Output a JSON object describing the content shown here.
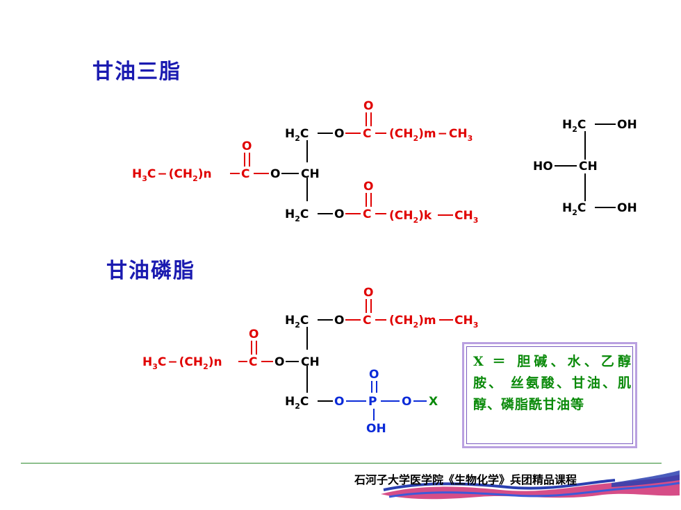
{
  "sections": {
    "triglyceride_heading": "甘油三脂",
    "phospholipid_heading": "甘油磷脂"
  },
  "labels": {
    "O": "O",
    "C": "C",
    "CH": "CH",
    "H2C_H": "H",
    "sub2": "2",
    "sub3": "3",
    "open_paren_CH": "(CH",
    "m_CH": ")m",
    "k_CH": ")k",
    "n": ")n",
    "CH3_C": "CH",
    "H3C_H": "H",
    "H3C_C": "C",
    "OH": "OH",
    "HO": "HO",
    "P": "P",
    "X": "X",
    "dash": "−"
  },
  "x_box": {
    "text": "X ＝ 胆碱、水、乙醇胺、 丝氨酸、甘油、肌醇、磷脂酰甘油等"
  },
  "footer": {
    "text": "石河子大学医学院《生物化学》兵团精品课程"
  },
  "colors": {
    "heading": "#1a1ab0",
    "red_group": "#e00000",
    "blue_group": "#0a2ad8",
    "black": "#000000",
    "green_text": "#0a8a0a",
    "box_border": "#b9a0e0",
    "footer_line": "#2e8b2e"
  }
}
